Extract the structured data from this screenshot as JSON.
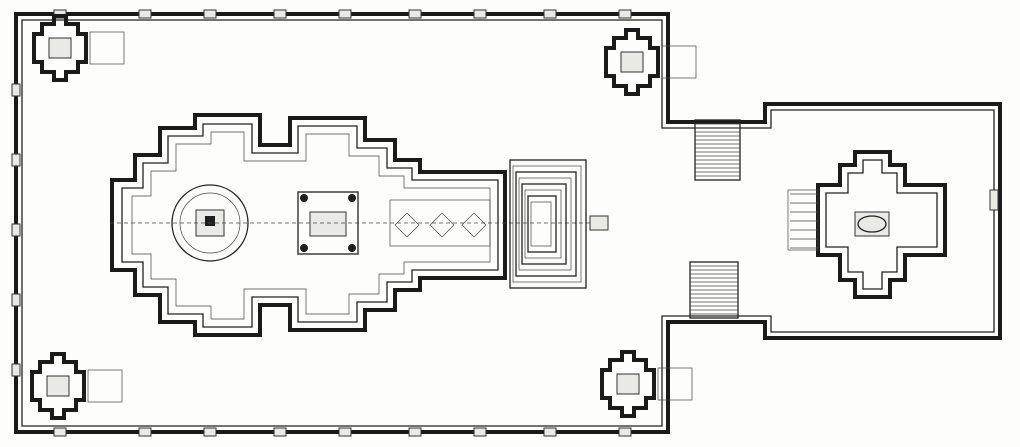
{
  "figure": {
    "kind": "temple floor plan",
    "colors": {
      "ink": "#1b1b1b",
      "paper": "#fdfdfb",
      "shade": "#e9e9e6"
    },
    "parts": [
      "outer-enclosure",
      "main-temple",
      "east-shrine",
      "stairways",
      "corner-shrines"
    ]
  }
}
